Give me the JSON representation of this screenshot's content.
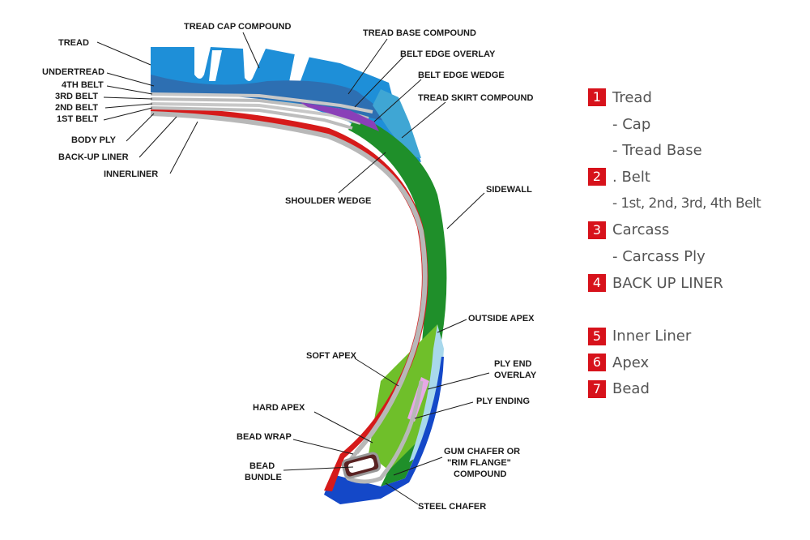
{
  "diagram": {
    "labels": {
      "tread": "TREAD",
      "tread_cap_compound": "TREAD CAP COMPOUND",
      "tread_base_compound": "TREAD BASE COMPOUND",
      "belt_edge_overlay": "BELT EDGE OVERLAY",
      "belt_edge_wedge": "BELT EDGE WEDGE",
      "tread_skirt_compound": "TREAD SKIRT COMPOUND",
      "undertread": "UNDERTREAD",
      "belt_4th": "4TH BELT",
      "belt_3rd": "3RD BELT",
      "belt_2nd": "2ND BELT",
      "belt_1st": "1ST BELT",
      "body_ply": "BODY PLY",
      "back_up_liner": "BACK-UP LINER",
      "innerliner": "INNERLINER",
      "shoulder_wedge": "SHOULDER WEDGE",
      "sidewall": "SIDEWALL",
      "outside_apex": "OUTSIDE APEX",
      "soft_apex": "SOFT APEX",
      "ply_end_overlay_1": "PLY END",
      "ply_end_overlay_2": "OVERLAY",
      "ply_ending": "PLY ENDING",
      "hard_apex": "HARD APEX",
      "bead_wrap": "BEAD WRAP",
      "bead_bundle_1": "BEAD",
      "bead_bundle_2": "BUNDLE",
      "gum_chafer_1": "GUM CHAFER OR",
      "gum_chafer_2": "\"RIM FLANGE\"",
      "gum_chafer_3": "COMPOUND",
      "steel_chafer": "STEEL CHAFER"
    }
  },
  "legend": {
    "items": [
      {
        "num": "1",
        "label": "Tread"
      },
      {
        "sub": "- Cap"
      },
      {
        "sub": "- Tread Base"
      },
      {
        "num": "2",
        "label": ". Belt"
      },
      {
        "sub": "- 1st, 2nd, 3rd, 4th Belt"
      },
      {
        "num": "3",
        "label": "Carcass"
      },
      {
        "sub": "- Carcass Ply"
      },
      {
        "num": "4",
        "label": "BACK UP LINER"
      },
      {
        "num": "5",
        "label": "Inner Liner"
      },
      {
        "num": "6",
        "label": "Apex"
      },
      {
        "num": "7",
        "label": "Bead"
      }
    ]
  },
  "colors": {
    "tread_blue": "#1e8fd8",
    "undertread_blue": "#2d6fb2",
    "skirt_blue": "#3fa6d4",
    "sidewall_green": "#1f8f2a",
    "apex_green": "#6fbf2a",
    "innerliner_red": "#d61a1a",
    "belt_gray": "#c8c8c8",
    "chafer_blue": "#1448c8",
    "legend_red": "#d7121b"
  }
}
